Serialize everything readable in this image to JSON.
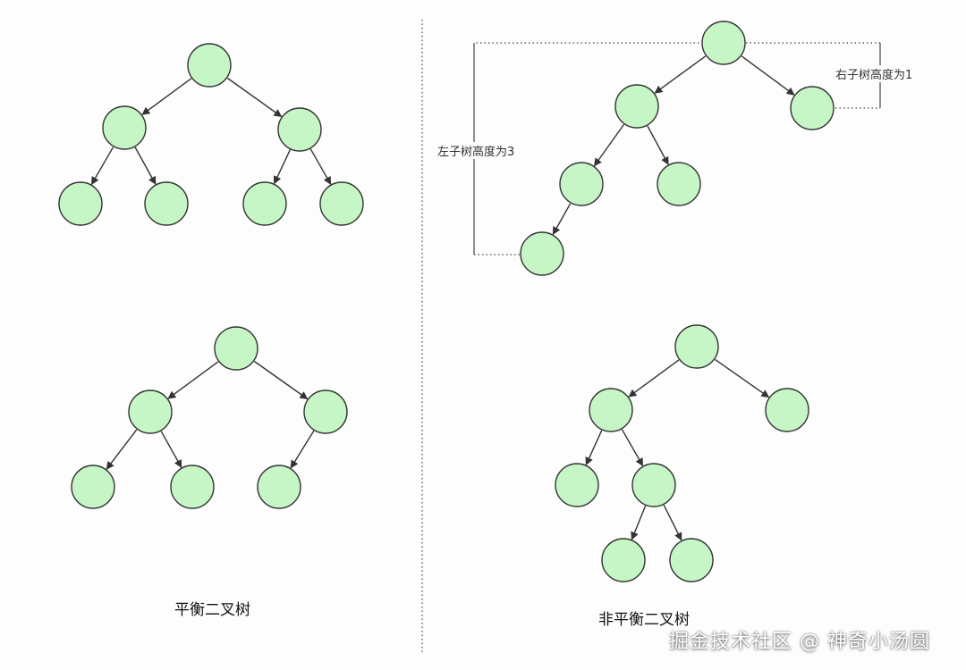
{
  "captions": {
    "balanced": "平衡二叉树",
    "unbalanced": "非平衡二叉树"
  },
  "annotations": {
    "left_height": "左子树高度为3",
    "right_height": "右子树高度为1"
  },
  "watermark": "掘金技术社区 @ 神奇小汤圆",
  "colors": {
    "node_fill": "#c6f5c6",
    "node_stroke": "#333333",
    "edge": "#333333"
  }
}
